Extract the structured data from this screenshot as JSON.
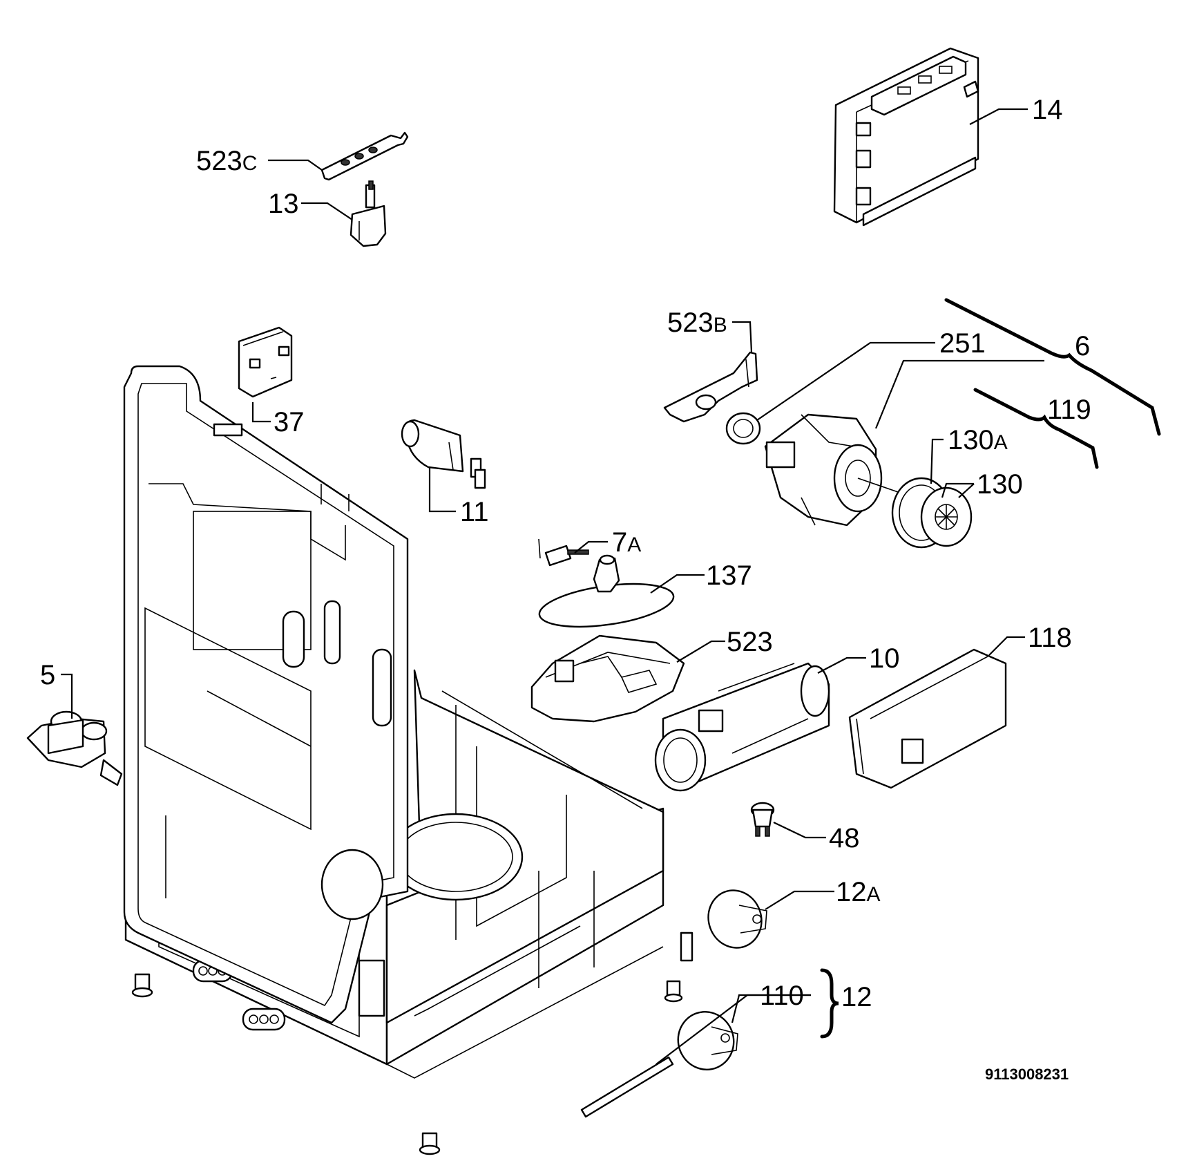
{
  "document_code": "9113008231",
  "labels": {
    "p523c": {
      "num": "523",
      "suffix": "C"
    },
    "p13": {
      "num": "13"
    },
    "p14": {
      "num": "14"
    },
    "p523b": {
      "num": "523",
      "suffix": "B"
    },
    "p251": {
      "num": "251"
    },
    "p6": {
      "num": "6"
    },
    "p119": {
      "num": "119"
    },
    "p130a": {
      "num": "130",
      "suffix": "A"
    },
    "p130": {
      "num": "130"
    },
    "p37": {
      "num": "37"
    },
    "p11": {
      "num": "11"
    },
    "p7a": {
      "num": "7",
      "suffix": "A"
    },
    "p137": {
      "num": "137"
    },
    "p523": {
      "num": "523"
    },
    "p10": {
      "num": "10"
    },
    "p118": {
      "num": "118"
    },
    "p5": {
      "num": "5"
    },
    "p48": {
      "num": "48"
    },
    "p12a": {
      "num": "12",
      "suffix": "A"
    },
    "p110": {
      "num": "110"
    },
    "p12": {
      "num": "12"
    }
  }
}
